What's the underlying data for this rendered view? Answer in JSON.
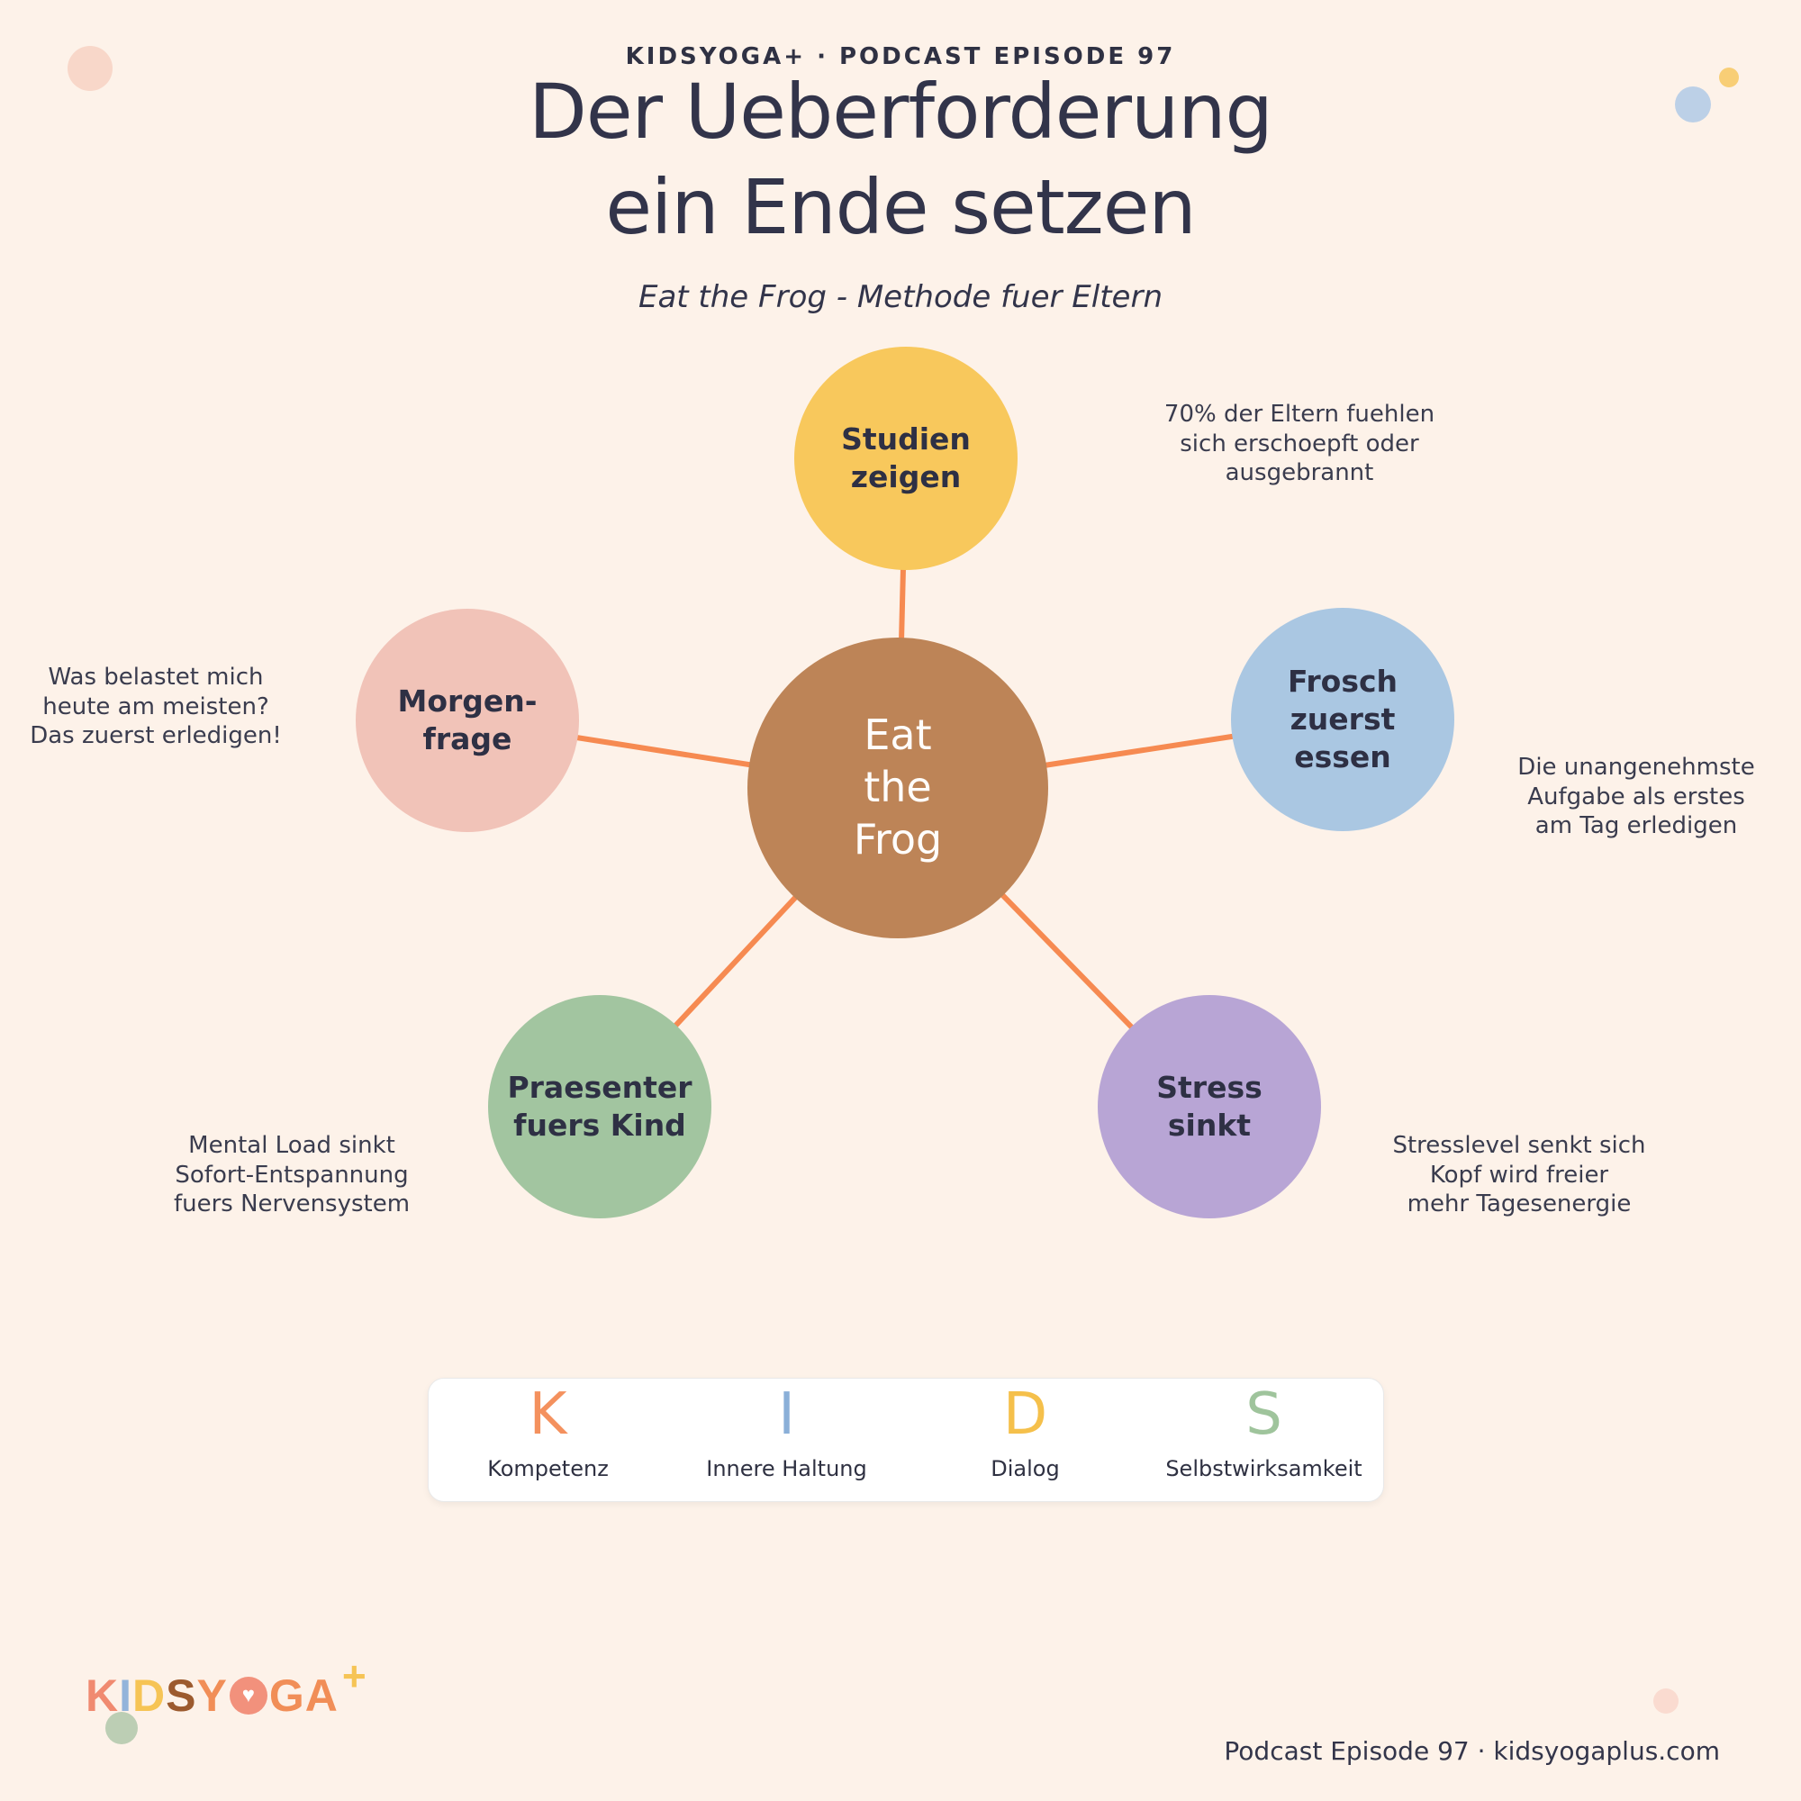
{
  "page": {
    "background_color": "#fdf2e9",
    "text_color": "#32344a"
  },
  "header": {
    "eyebrow": "KIDSYOGA+ · PODCAST EPISODE 97",
    "title": "Der Ueberforderung\nein Ende setzen",
    "subtitle": "Eat the Frog - Methode fuer Eltern"
  },
  "diagram": {
    "connector_color": "#f68a51",
    "center": {
      "label": "Eat\nthe\nFrog",
      "color": "#bd8457",
      "text_color": "#ffffff"
    },
    "satellites": [
      {
        "id": "studien-zeigen",
        "label": "Studien\nzeigen",
        "color": "#f8c85c",
        "annotation": "70% der Eltern fuehlen\nsich erschoepft oder\nausgebrannt"
      },
      {
        "id": "frosch-zuerst-essen",
        "label": "Frosch\nzuerst\nessen",
        "color": "#aac7e2",
        "annotation": "Die unangenehmste\nAufgabe als erstes\nam Tag erledigen"
      },
      {
        "id": "stress-sinkt",
        "label": "Stress\nsinkt",
        "color": "#b8a5d5",
        "annotation": "Stresslevel senkt sich\nKopf wird freier\nmehr Tagesenergie"
      },
      {
        "id": "praesenter-fuers-kind",
        "label": "Praesenter\nfuers Kind",
        "color": "#a2c5a0",
        "annotation": "Mental Load sinkt\nSofort-Entspannung\nfuers Nervensystem"
      },
      {
        "id": "morgenfrage",
        "label": "Morgen-\nfrage",
        "color": "#f1c3b8",
        "annotation": "Was belastet mich\nheute am meisten?\nDas zuerst erledigen!"
      }
    ]
  },
  "kids_legend": {
    "items": [
      {
        "letter": "K",
        "letter_color": "#f4915e",
        "label": "Kompetenz"
      },
      {
        "letter": "I",
        "letter_color": "#8aafd8",
        "label": "Innere Haltung"
      },
      {
        "letter": "D",
        "letter_color": "#f5c04b",
        "label": "Dialog"
      },
      {
        "letter": "S",
        "letter_color": "#9fc49c",
        "label": "Selbstwirksamkeit"
      }
    ]
  },
  "footer": {
    "logo": {
      "letters": [
        {
          "char": "K",
          "color": "#f08a70"
        },
        {
          "char": "I",
          "color": "#93b4da"
        },
        {
          "char": "D",
          "color": "#f6c455"
        },
        {
          "char": "S",
          "color": "#9c5a2e"
        },
        {
          "char": "Y",
          "color": "#f18e57"
        },
        {
          "char": "G",
          "color": "#f18e57"
        },
        {
          "char": "A",
          "color": "#f18e57"
        }
      ],
      "heart_badge_color": "#f2917c",
      "heart_glyph": "♥",
      "plus": "+",
      "plus_color": "#f6c455",
      "dot_color": "#bcceb4"
    },
    "note": "Podcast Episode 97 · kidsyogaplus.com"
  },
  "decorations": {
    "top_left_dot": "#f8d7c9",
    "top_right_blue_dot": "#bcd0e7",
    "top_right_yellow_dot": "#f8ce76",
    "bottom_right_dot": "#fadbd0"
  }
}
